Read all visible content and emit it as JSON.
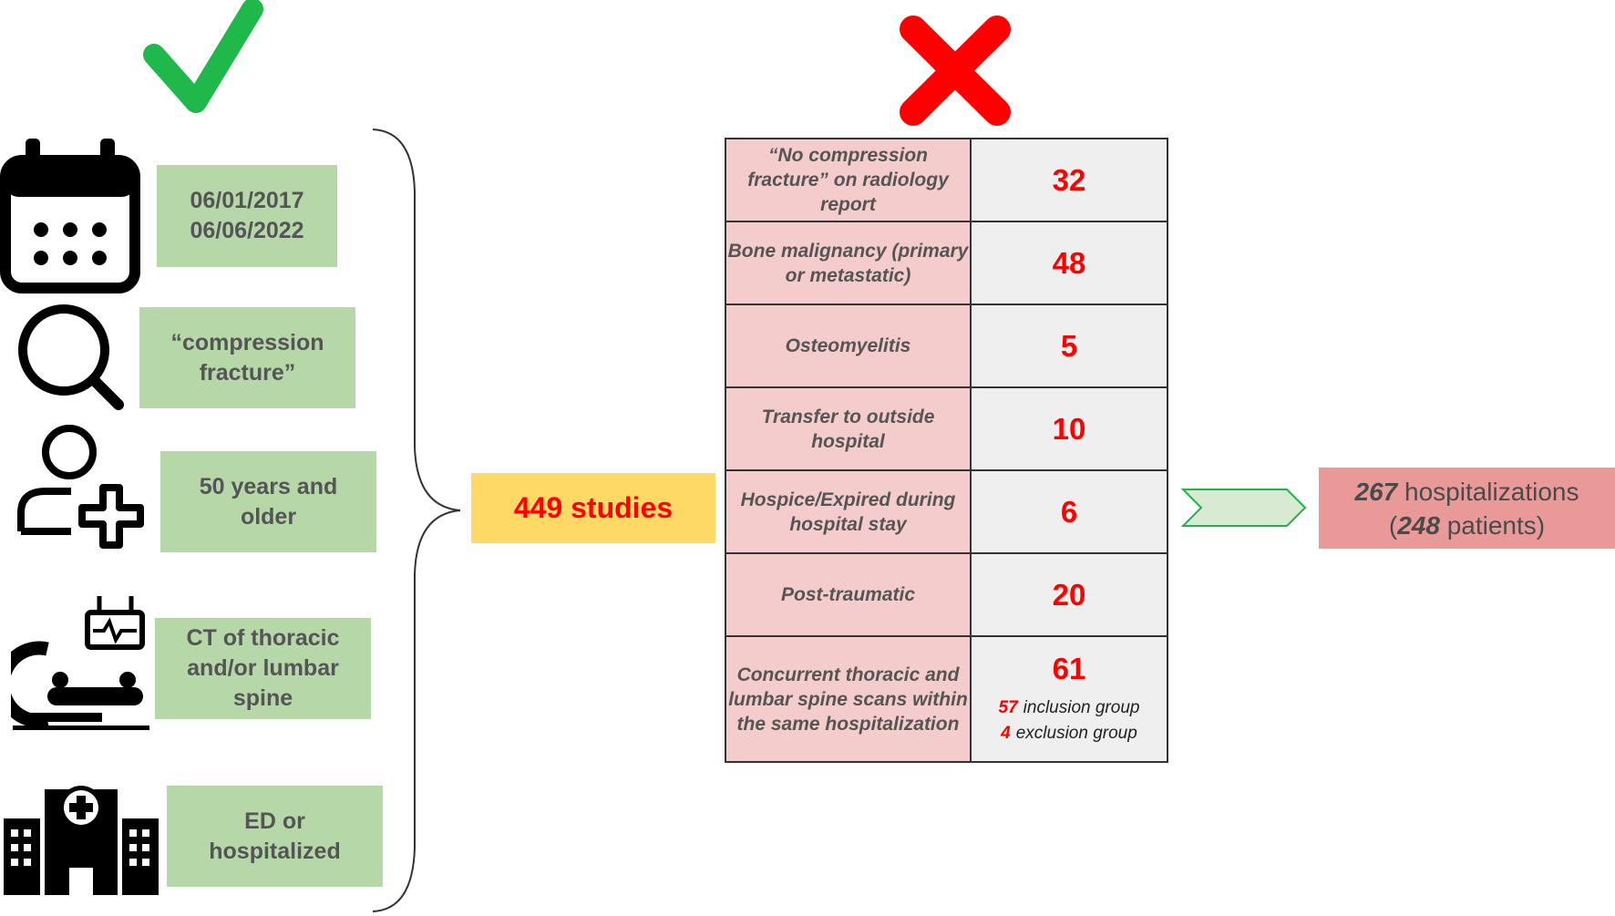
{
  "criteria": [
    {
      "icon": "calendar-icon",
      "text": "06/01/2017\n06/06/2022"
    },
    {
      "icon": "search-icon",
      "text": "“compression\nfracture”"
    },
    {
      "icon": "add-user-icon",
      "text": "50 years and\nolder"
    },
    {
      "icon": "ct-scanner-icon",
      "text": "CT of thoracic\nand/or lumbar\nspine"
    },
    {
      "icon": "hospital-icon",
      "text": "ED or\nhospitalized"
    }
  ],
  "include_mark": "check-mark-icon",
  "exclude_mark": "x-mark-icon",
  "studies": "449 studies",
  "exclusions": [
    {
      "label": "“No compression fracture” on radiology report",
      "count": "32"
    },
    {
      "label": "Bone malignancy (primary or metastatic)",
      "count": "48"
    },
    {
      "label": "Osteomyelitis",
      "count": "5"
    },
    {
      "label": "Transfer to outside hospital",
      "count": "10"
    },
    {
      "label": "Hospice/Expired during hospital stay",
      "count": "6"
    },
    {
      "label": "Post-traumatic",
      "count": "20"
    },
    {
      "label": "Concurrent thoracic and lumbar spine scans within the same hospitalization",
      "count": "61",
      "breakdown": [
        {
          "n": "57",
          "text": "inclusion group"
        },
        {
          "n": "4",
          "text": "exclusion group"
        }
      ]
    }
  ],
  "result": {
    "hospitalizations_count": "267",
    "hospitalizations_label": " hospitalizations",
    "patients_open": "(",
    "patients_count": "248",
    "patients_label": " patients)"
  },
  "colors": {
    "criteria_fill": "#b6d7a8",
    "studies_fill": "#ffd966",
    "exclusion_label_fill": "#f4cccc",
    "exclusion_count_fill": "#efefef",
    "result_fill": "#ea9999",
    "check": "#1fb84a",
    "cross": "#ff0000",
    "highlight_text": "#ff0000"
  }
}
